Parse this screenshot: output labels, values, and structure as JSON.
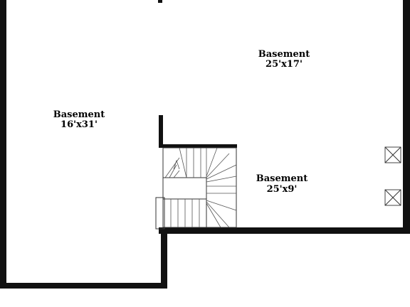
{
  "rooms": [
    {
      "name": "Basement",
      "dimensions": "16'x31'"
    },
    {
      "name": "Basement",
      "dimensions": "25'x17'"
    },
    {
      "name": "Basement",
      "dimensions": "25'x9'"
    }
  ],
  "colors": {
    "wall": "#111111",
    "background": "#ffffff",
    "stair_line": "#555555"
  },
  "icons": [
    "stair-icon",
    "vent-icon"
  ]
}
